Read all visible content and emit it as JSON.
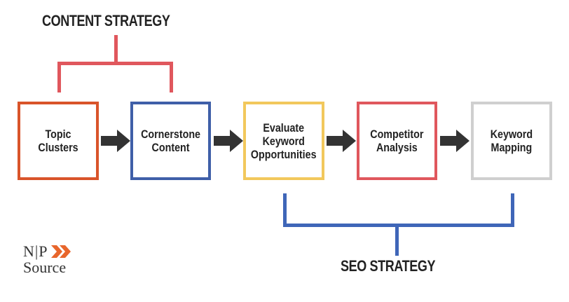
{
  "groups": {
    "content_strategy": {
      "label": "CONTENT STRATEGY",
      "color": "#e0575d"
    },
    "seo_strategy": {
      "label": "SEO STRATEGY",
      "color": "#3f66b8"
    }
  },
  "steps": [
    {
      "label": "Topic Clusters",
      "border_color": "#d9542a"
    },
    {
      "label": "Cornerstone\nContent",
      "border_color": "#3f5fa8"
    },
    {
      "label": "Evaluate\nKeyword\nOpportunities",
      "border_color": "#f2c85c"
    },
    {
      "label": "Competitor\nAnalysis",
      "border_color": "#e0575d"
    },
    {
      "label": "Keyword\nMapping",
      "border_color": "#cfcfcf"
    }
  ],
  "arrow_color": "#333333",
  "logo": {
    "line1": "N|P",
    "line2": "Source",
    "accent_color": "#e8662c",
    "icon": "double-chevron-icon"
  }
}
